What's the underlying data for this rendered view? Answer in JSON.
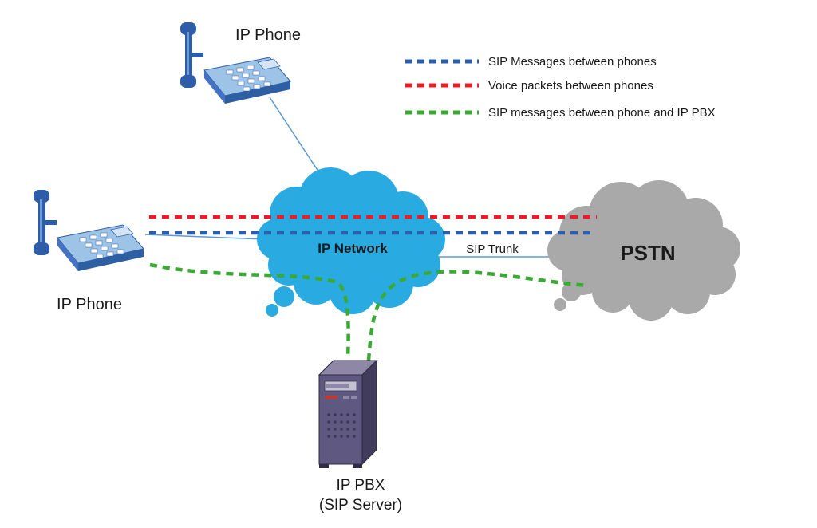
{
  "diagram": {
    "nodes": {
      "ip_phone_top": {
        "label": "IP Phone",
        "icon": "desk-phone-icon"
      },
      "ip_phone_left": {
        "label": "IP Phone",
        "icon": "desk-phone-icon"
      },
      "ip_network": {
        "label": "IP Network",
        "icon": "cloud-icon",
        "fill": "#29abe2",
        "label_color": "#17365d"
      },
      "pstn": {
        "label": "PSTN",
        "icon": "cloud-icon",
        "fill": "#a9a9a9",
        "label_color": "#1a1a1a"
      },
      "ip_pbx": {
        "label_line1": "IP PBX",
        "label_line2": "(SIP Server)",
        "icon": "tower-server-icon"
      }
    },
    "connections": {
      "sip_trunk_label": "SIP Trunk",
      "solid_color": "#5b9bd5"
    },
    "legend": {
      "items": [
        {
          "id": "sip-messages-between-phones",
          "color": "#2b5fac",
          "label": "SIP Messages between phones"
        },
        {
          "id": "voice-packets-between-phones",
          "color": "#ed1c24",
          "label": "Voice packets between phones"
        },
        {
          "id": "sip-messages-phone-and-pbx",
          "color": "#3aaa35",
          "label": "SIP messages between phone and IP PBX"
        }
      ]
    }
  }
}
